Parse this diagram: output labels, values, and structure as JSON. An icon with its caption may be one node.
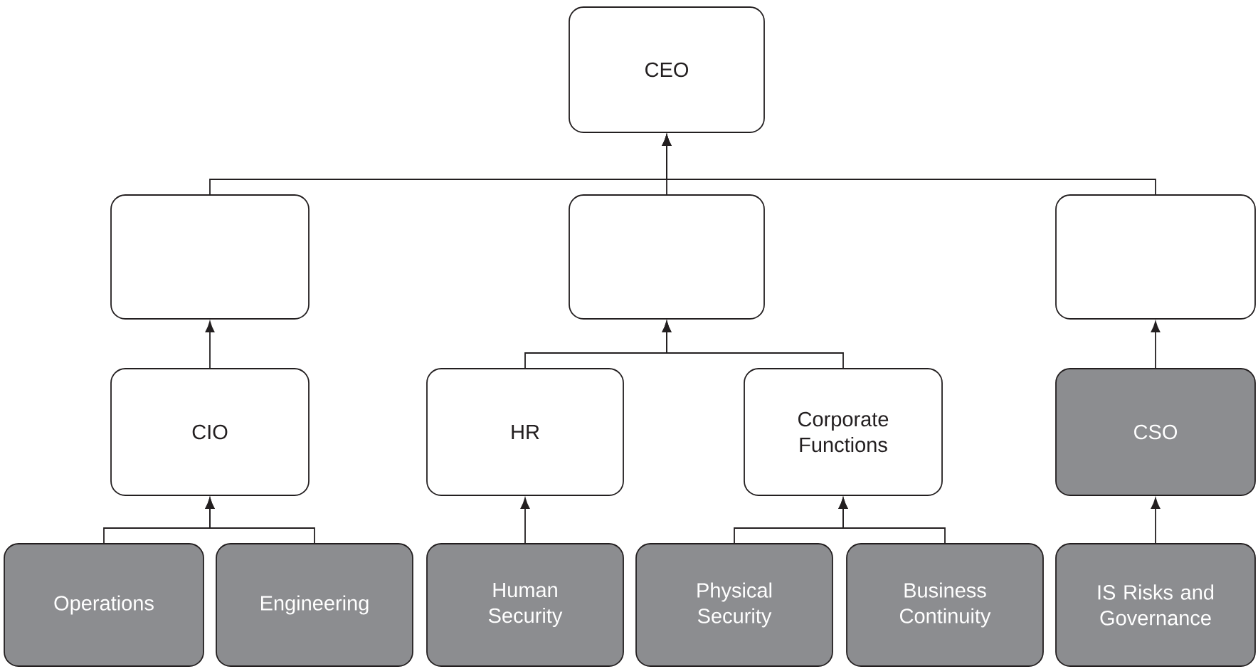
{
  "diagram": {
    "nodes": [
      {
        "text": [
          "CEO"
        ]
      },
      {
        "text": [],
        "shape": "box"
      },
      {
        "text": [],
        "shape": "box"
      },
      {
        "text": [],
        "shape": "box"
      },
      {
        "text": [
          "CIO"
        ]
      },
      {
        "text": [
          "HR"
        ]
      },
      {
        "text": [
          "Corporate Functions"
        ]
      },
      {
        "text": [
          "CSO"
        ]
      },
      {
        "text": [
          "Operations"
        ]
      },
      {
        "text": [
          "Engineering"
        ]
      },
      {
        "text": [
          "Human Security"
        ]
      },
      {
        "text": [
          "Physical Security"
        ]
      },
      {
        "text": [
          "Business Continuity"
        ]
      },
      {
        "text": [
          "IS Risks and Governance"
        ]
      }
    ],
    "edges": [
      {
        "from": 1,
        "to": 0,
        "arrow": "to"
      },
      {
        "from": 2,
        "to": 0,
        "arrow": "to"
      },
      {
        "from": 3,
        "to": 0,
        "arrow": "to"
      },
      {
        "from": 4,
        "to": 1,
        "arrow": "to"
      },
      {
        "from": 5,
        "to": 2,
        "arrow": "to"
      },
      {
        "from": 6,
        "to": 2,
        "arrow": "to"
      },
      {
        "from": 7,
        "to": 3,
        "arrow": "to"
      },
      {
        "from": 8,
        "to": 4,
        "arrow": "to"
      },
      {
        "from": 9,
        "to": 4,
        "arrow": "to"
      },
      {
        "from": 10,
        "to": 5,
        "arrow": "to"
      },
      {
        "from": 11,
        "to": 6,
        "arrow": "to"
      },
      {
        "from": 12,
        "to": 6,
        "arrow": "to"
      },
      {
        "from": 13,
        "to": 7,
        "arrow": "to"
      }
    ]
  }
}
